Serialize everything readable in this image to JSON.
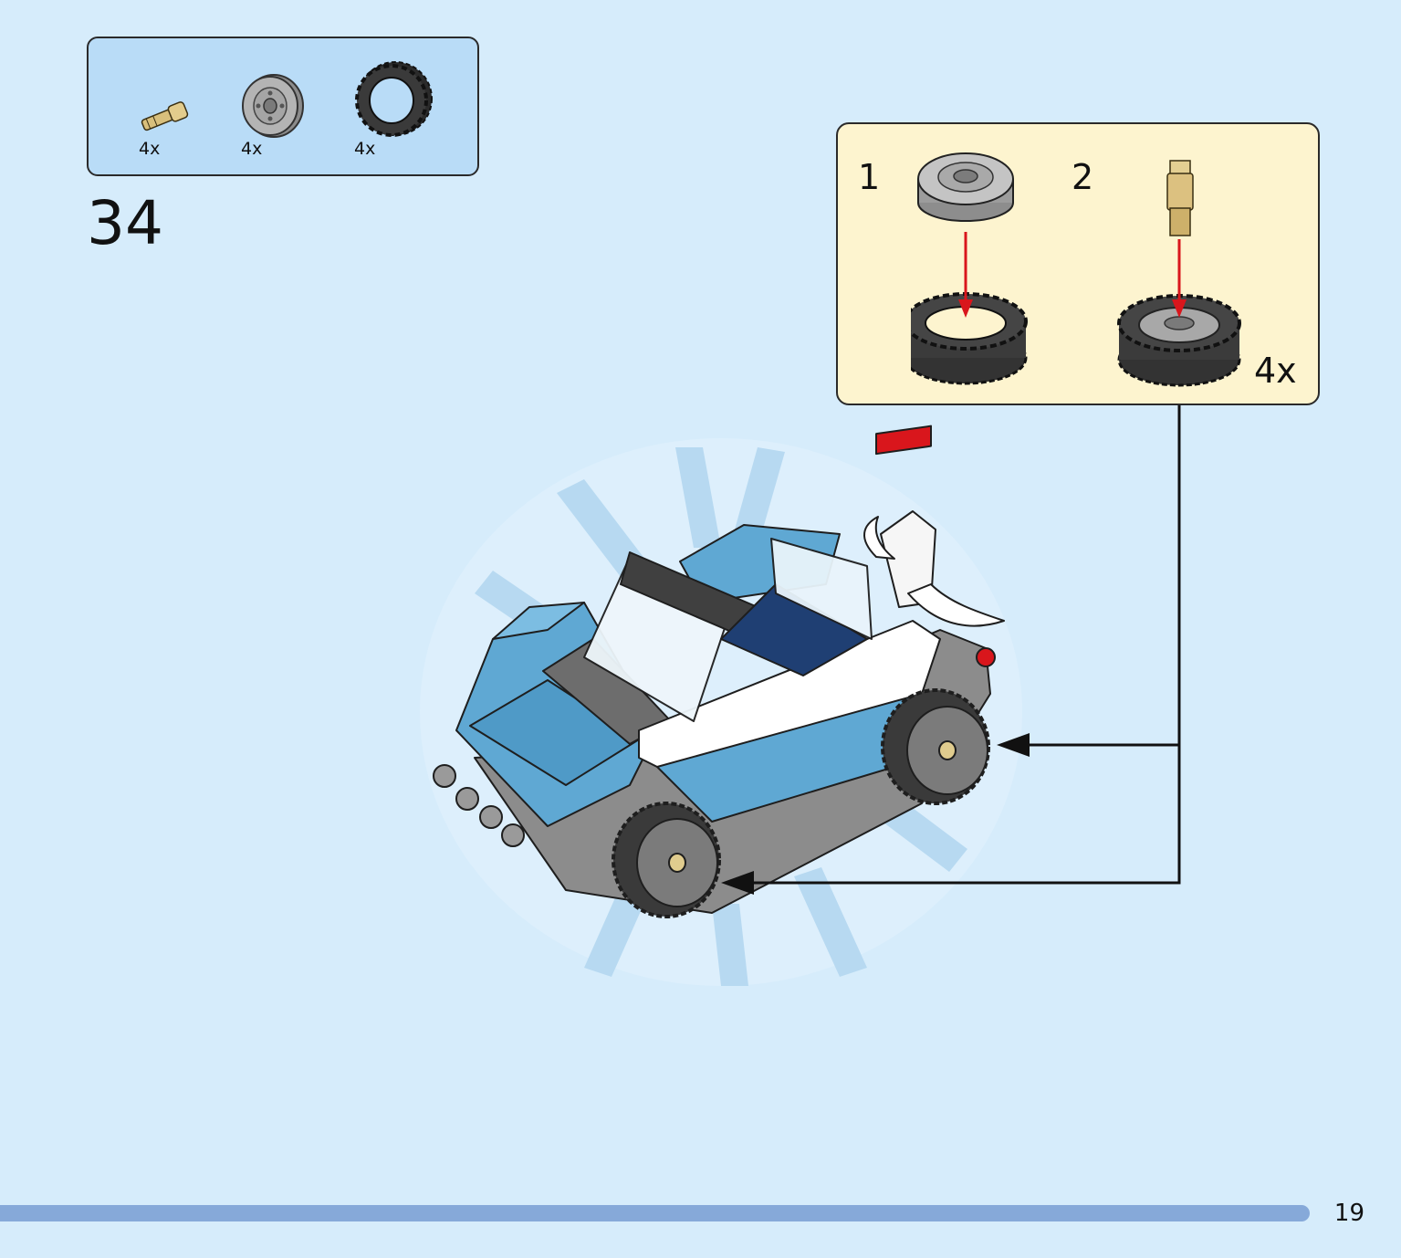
{
  "parts_list": {
    "items": [
      {
        "name": "axle-pin",
        "qty": "4x"
      },
      {
        "name": "wheel-rim",
        "qty": "4x"
      },
      {
        "name": "tire",
        "qty": "4x"
      }
    ]
  },
  "step": {
    "number": "34"
  },
  "sub_assembly": {
    "steps": [
      "1",
      "2"
    ],
    "multiplier": "4x"
  },
  "page": {
    "number": "19"
  },
  "colors": {
    "background": "#d6ecfb",
    "parts_box": "#b9dcf7",
    "sub_box": "#fdf4cf",
    "car_blue": "#5fa8d3",
    "arrow_red": "#d9161c",
    "progress": "#86a9d9"
  }
}
